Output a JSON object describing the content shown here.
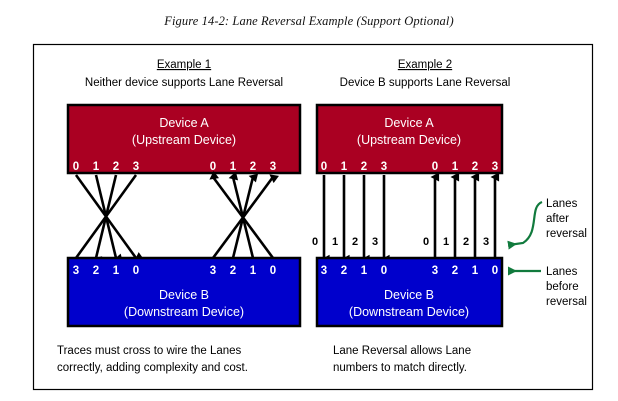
{
  "figure": {
    "caption": "Figure 14-2: Lane Reversal Example (Support Optional)"
  },
  "colors": {
    "device_a": "#AA0022",
    "device_b": "#0000CC",
    "wire": "#000000",
    "annotation": "#117A3D",
    "frame": "#000000",
    "lane_text": "#FFFFFF"
  },
  "examples": [
    {
      "id": "example-1",
      "title": "Example 1",
      "subtitle": "Neither device supports Lane Reversal",
      "device_a": {
        "line1": "Device A",
        "line2": "(Upstream Device)",
        "lanes_left": [
          "0",
          "1",
          "2",
          "3"
        ],
        "lanes_right": [
          "0",
          "1",
          "2",
          "3"
        ]
      },
      "device_b": {
        "line1": "Device B",
        "line2": "(Downstream Device)",
        "lanes_left": [
          "3",
          "2",
          "1",
          "0"
        ],
        "lanes_right": [
          "3",
          "2",
          "1",
          "0"
        ]
      },
      "wiring": "crossed",
      "footnote_line1": "Traces must cross to wire the Lanes",
      "footnote_line2": "correctly, adding complexity and cost."
    },
    {
      "id": "example-2",
      "title": "Example 2",
      "subtitle": "Device B supports Lane Reversal",
      "device_a": {
        "line1": "Device A",
        "line2": "(Upstream Device)",
        "lanes_left": [
          "0",
          "1",
          "2",
          "3"
        ],
        "lanes_right": [
          "0",
          "1",
          "2",
          "3"
        ]
      },
      "device_b": {
        "line1": "Device B",
        "line2": "(Downstream Device)",
        "lanes_left": [
          "3",
          "2",
          "1",
          "0"
        ],
        "lanes_right": [
          "3",
          "2",
          "1",
          "0"
        ]
      },
      "lanes_mid_left": [
        "0",
        "1",
        "2",
        "3"
      ],
      "lanes_mid_right": [
        "0",
        "1",
        "2",
        "3"
      ],
      "wiring": "straight",
      "footnote_line1": "Lane Reversal allows Lane",
      "footnote_line2": "numbers to match directly."
    }
  ],
  "annotations": [
    {
      "id": "lanes-after-reversal",
      "line1": "Lanes",
      "line2": "after",
      "line3": "reversal",
      "arrow": "curved"
    },
    {
      "id": "lanes-before-reversal",
      "line1": "Lanes",
      "line2": "before",
      "line3": "reversal",
      "arrow": "straight"
    }
  ]
}
